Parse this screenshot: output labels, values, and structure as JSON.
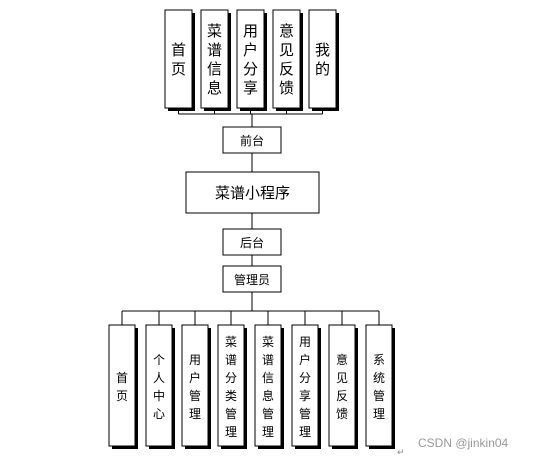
{
  "diagram": {
    "top_modules": [
      "首页",
      "菜谱信息",
      "用户分享",
      "意见反馈",
      "我的"
    ],
    "frontend_node": "前台",
    "root_node": "菜谱小程序",
    "backend_node": "后台",
    "admin_node": "管理员",
    "bottom_modules": [
      "首页",
      "个人中心",
      "用户管理",
      "菜谱分类管理",
      "菜谱信息管理",
      "用户分享管理",
      "意见反馈",
      "系统管理"
    ]
  },
  "watermark": "CSDN @jinkin04",
  "paragraph_mark": "↵"
}
